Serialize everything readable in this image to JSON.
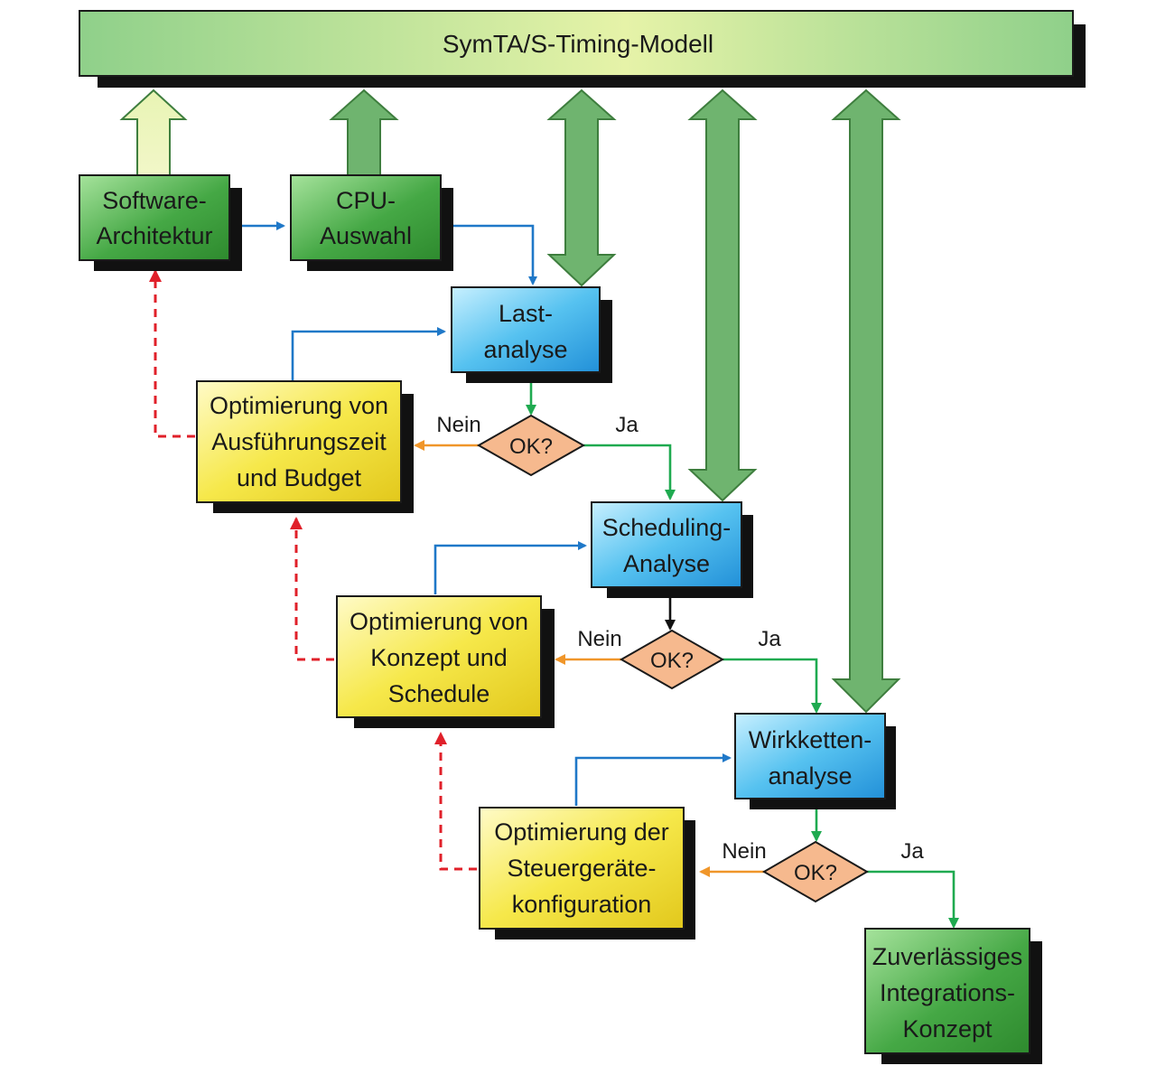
{
  "model_bar": {
    "title": "SymTA/S-Timing-Modell"
  },
  "boxes": {
    "software_architektur": [
      "Software-",
      "Architektur"
    ],
    "cpu_auswahl": [
      "CPU-",
      "Auswahl"
    ],
    "lastanalyse": [
      "Last-",
      "analyse"
    ],
    "scheduling_analyse": [
      "Scheduling-",
      "Analyse"
    ],
    "wirkkettenanalyse": [
      "Wirkketten-",
      "analyse"
    ],
    "opt_ausfuehrungszeit": [
      "Optimierung von",
      "Ausführungszeit",
      "und Budget"
    ],
    "opt_konzept": [
      "Optimierung von",
      "Konzept und",
      "Schedule"
    ],
    "opt_steuergeraete": [
      "Optimierung der",
      "Steuergeräte-",
      "konfiguration"
    ],
    "integrationskonzept": [
      "Zuverlässiges",
      "Integrations-",
      "Konzept"
    ]
  },
  "decisions": [
    "OK?",
    "OK?",
    "OK?"
  ],
  "edge_labels": {
    "no": "Nein",
    "yes": "Ja"
  },
  "colors": {
    "green_box": "#3c9a3c",
    "blue_box": "#2aa6e0",
    "yellow_box": "#eedc32",
    "diamond": "#f6b98e",
    "flow_blue": "#1f78c8",
    "flow_green": "#1faa50",
    "flow_orange": "#f0962a",
    "feedback_red": "#e0202a"
  }
}
